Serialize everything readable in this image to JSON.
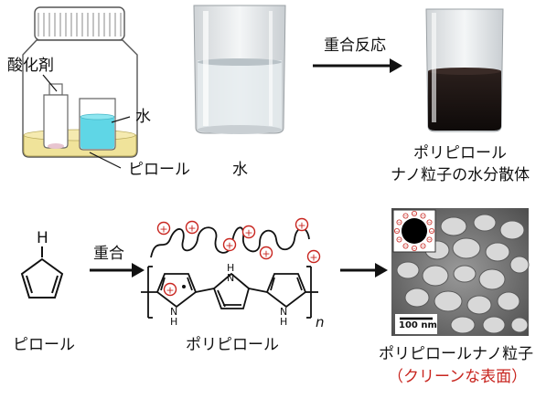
{
  "top": {
    "oxidant_label": "酸化剤",
    "water_label": "水",
    "pyrrole_label": "ピロール",
    "photo_water_caption": "水",
    "reaction_label": "重合反応",
    "dispersion_caption_line1": "ポリピロール",
    "dispersion_caption_line2": "ナノ粒子の水分散体"
  },
  "bottom": {
    "pyrrole_h_label": "H",
    "pyrrole_caption": "ピロール",
    "polymerization_label": "重合",
    "polypyrrole_caption": "ポリピロール",
    "repeat_subscript": "n",
    "nh_label": "N",
    "h_label": "H",
    "charge_symbol": "+",
    "minus_symbol": "−",
    "scale_bar_label": "100 nm",
    "nanoparticle_caption": "ポリピロールナノ粒子",
    "clean_surface_label": "（クリーンな表面）"
  },
  "colors": {
    "accent_red": "#c8251f",
    "water_cyan": "#5fd6e6",
    "pyrrole_yellow": "#f0e39a"
  }
}
